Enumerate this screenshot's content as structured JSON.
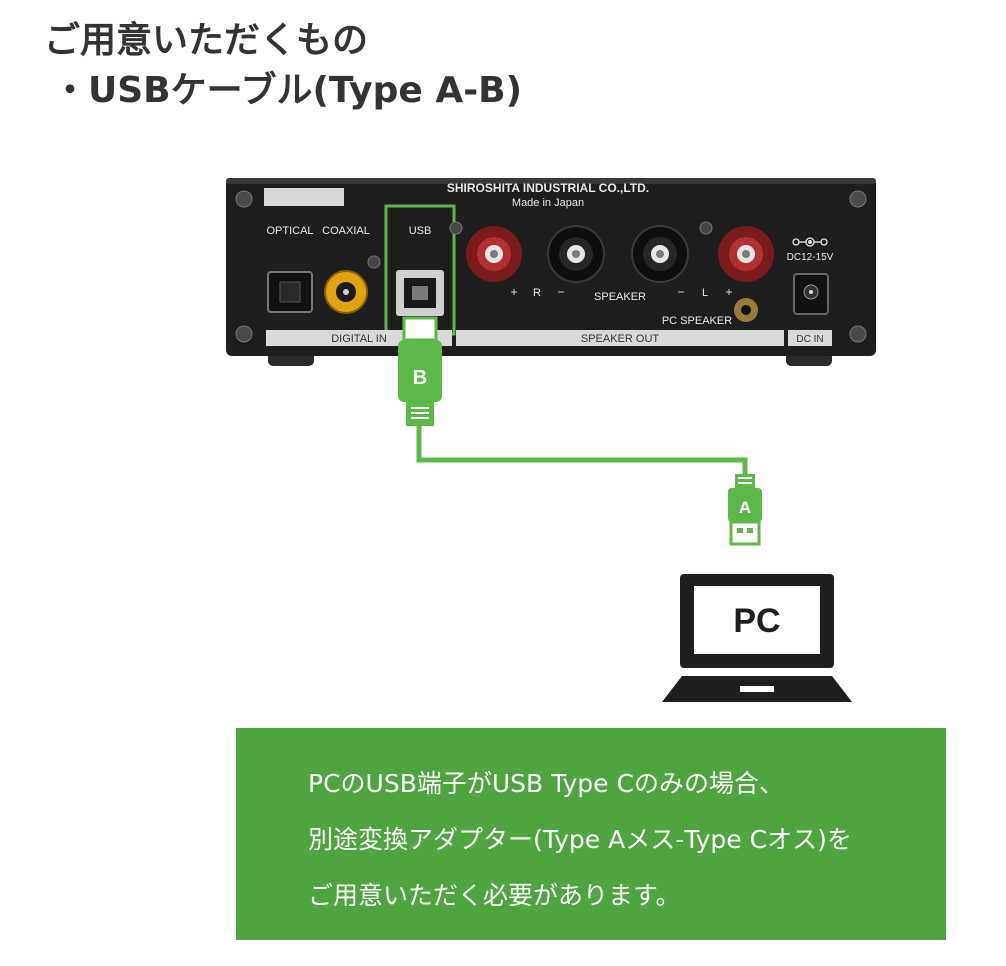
{
  "heading": {
    "line1": "ご用意いただくもの",
    "line2": "・USBケーブル(Type A-B)"
  },
  "device": {
    "maker": "SHIROSHITA INDUSTRIAL CO.,LTD.",
    "origin": "Made in Japan",
    "optical": "OPTICAL",
    "coaxial": "COAXIAL",
    "usb": "USB",
    "dc_label": "DC12-15V",
    "plus_r": "+",
    "r": "R",
    "minus_r": "−",
    "speaker": "SPEAKER",
    "minus_l": "−",
    "l": "L",
    "plus_l": "+",
    "pc_speaker": "PC SPEAKER",
    "digital_in": "DIGITAL IN",
    "speaker_out": "SPEAKER OUT",
    "dc_in": "DC IN"
  },
  "cable": {
    "end_b": "B",
    "end_a": "A"
  },
  "pc": {
    "label": "PC"
  },
  "note": {
    "line1": "PCのUSB端子がUSB Type Cのみの場合、",
    "line2": "別途変換アダプター(Type Aメス-Type Cオス)を",
    "line3": "ご用意いただく必要があります。"
  },
  "colors": {
    "cable_green": "#5cb848",
    "note_bg": "#4ea43f",
    "panel": "#1e1e1e",
    "heading": "#333333"
  }
}
